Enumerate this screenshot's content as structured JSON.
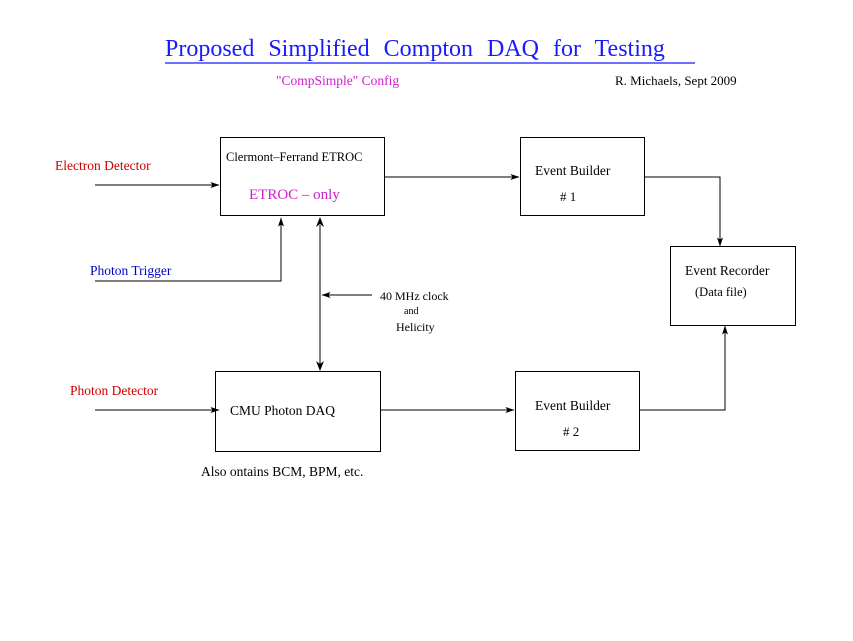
{
  "title": "Proposed   Simplified   Compton   DAQ   for   Testing",
  "subtitle": "\"CompSimple\"  Config",
  "author": "R. Michaels,  Sept 2009",
  "inputs": {
    "electron_detector": "Electron Detector",
    "photon_trigger": "Photon Trigger",
    "photon_detector": "Photon Detector"
  },
  "clock": {
    "line1": "40 MHz clock",
    "line2": "and",
    "line3": "Helicity"
  },
  "boxes": {
    "etroc": {
      "line1": "Clermont–Ferrand ETROC",
      "line2": "ETROC – only"
    },
    "cmu": {
      "line1": "CMU  Photon DAQ"
    },
    "eb1": {
      "line1": "Event Builder",
      "line2": "# 1"
    },
    "eb2": {
      "line1": "Event Builder",
      "line2": "# 2"
    },
    "recorder": {
      "line1": "Event Recorder",
      "line2": "(Data file)"
    }
  },
  "note": "Also ontains  BCM, BPM, etc.",
  "colors": {
    "title": "#1a1aff",
    "subtitle": "#cc22cc",
    "detector_label": "#cc0000",
    "trigger_label": "#0000cc",
    "line": "#000000"
  }
}
